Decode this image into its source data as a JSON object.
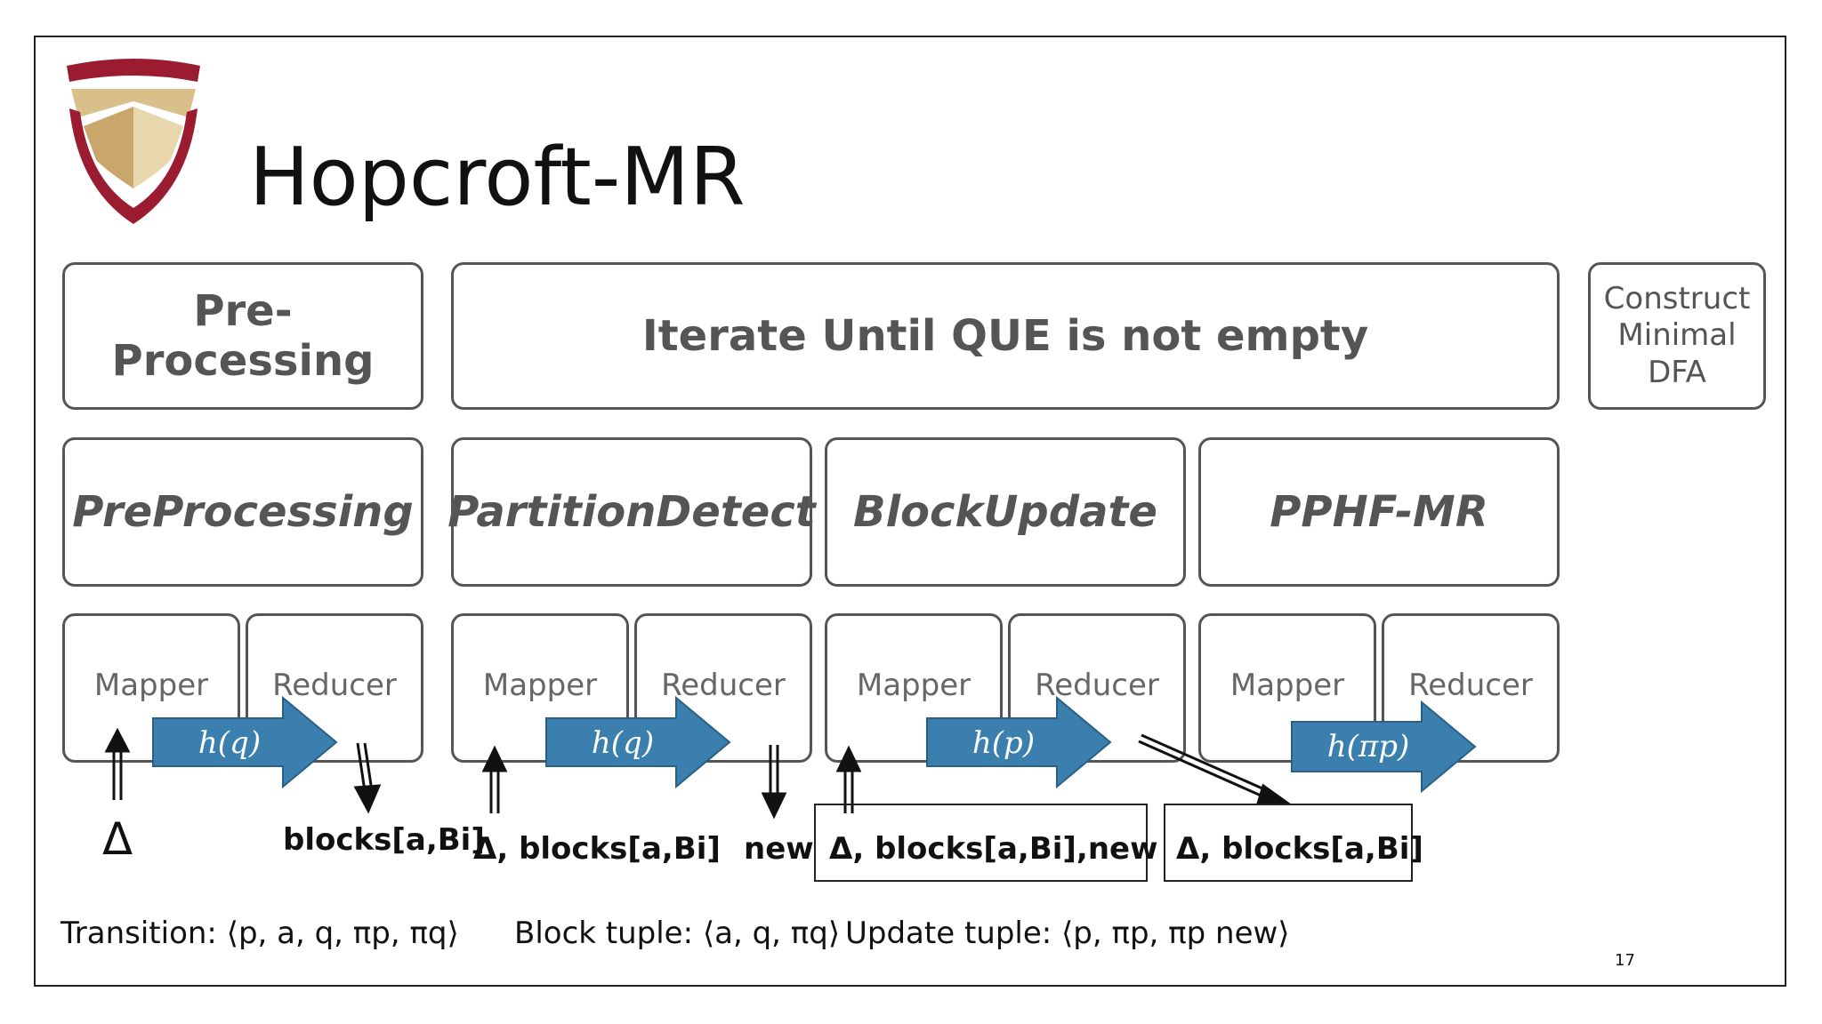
{
  "title": "Hopcroft-MR",
  "phases": {
    "preprocessing": "Pre-Processing",
    "iterate": "Iterate Until QUE is not empty",
    "construct": "Construct\nMinimal\nDFA"
  },
  "stages": [
    "PreProcessing",
    "PartitionDetect",
    "BlockUpdate",
    "PPHF-MR"
  ],
  "mapper_label": "Mapper",
  "reducer_label": "Reducer",
  "hash_labels": [
    "h(q)",
    "h(q)",
    "h(p)",
    "h(πp)"
  ],
  "io": {
    "delta": "Δ",
    "blocks_1": "blocks[a,Bi]",
    "delta_blocks_2": "Δ, blocks[a,Bi]",
    "new_3": "new",
    "delta_blocks_new_3": "Δ, blocks[a,Bi],new",
    "delta_blocks_4": "Δ, blocks[a,Bi]"
  },
  "tuples": {
    "transition": "Transition: ⟨p, a, q, πp, πq⟩",
    "block": "Block tuple: ⟨a, q, πq⟩",
    "update": "Update tuple: ⟨p, πp, πp new⟩"
  },
  "page_number": "17",
  "colors": {
    "arrow_fill": "#3a7fae",
    "arrow_stroke": "#2a5f86",
    "logo_red": "#9b1b30",
    "logo_gold": "#c9a66b"
  },
  "icons": {
    "logo": "university-shield-logo"
  }
}
